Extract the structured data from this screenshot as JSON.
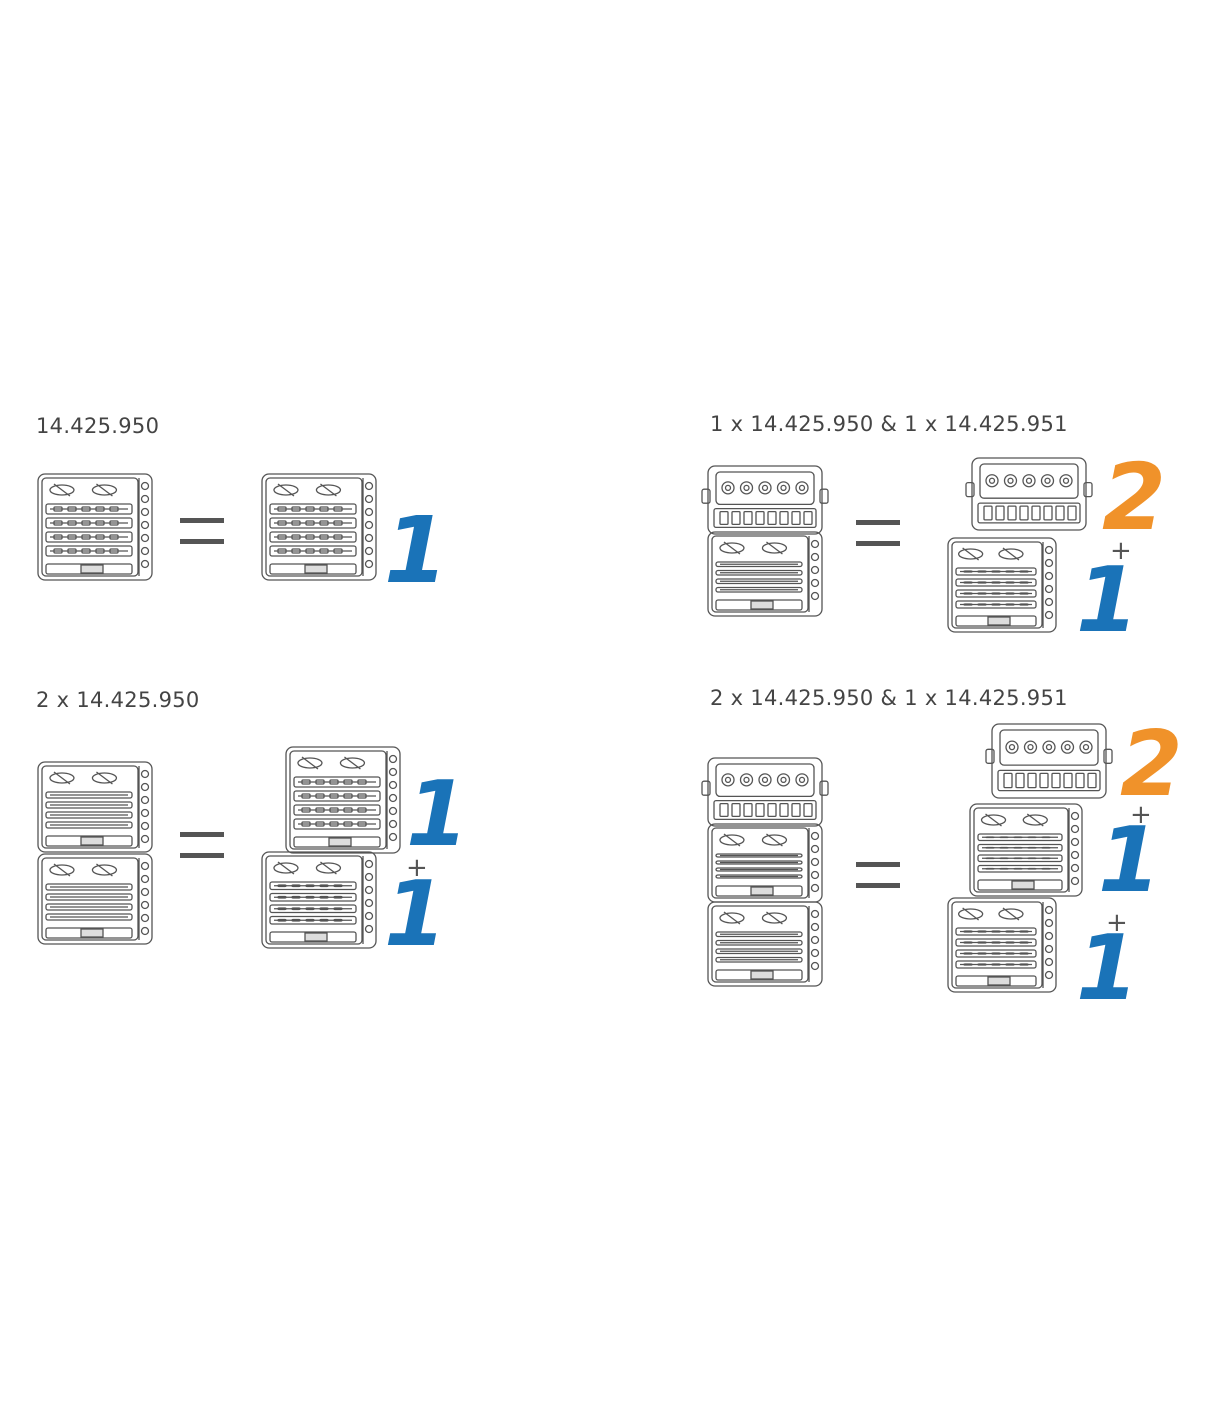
{
  "colors": {
    "one": "#1a73b8",
    "two": "#f0922a",
    "line": "#555555"
  },
  "sections": {
    "a": {
      "caption": "14.425.950",
      "result": [
        "1"
      ]
    },
    "b": {
      "caption": "2 x 14.425.950",
      "result": [
        "1",
        "+",
        "1"
      ]
    },
    "c": {
      "caption": "1 x 14.425.950 & 1 x 14.425.951",
      "result": [
        "2",
        "+",
        "1"
      ]
    },
    "d": {
      "caption": "2 x 14.425.950 & 1 x 14.425.951",
      "result": [
        "2",
        "+",
        "1",
        "+",
        "1"
      ]
    }
  },
  "icons": {
    "fuse_module": "fuse-block-module-icon",
    "bus_module": "busbar-module-icon"
  }
}
